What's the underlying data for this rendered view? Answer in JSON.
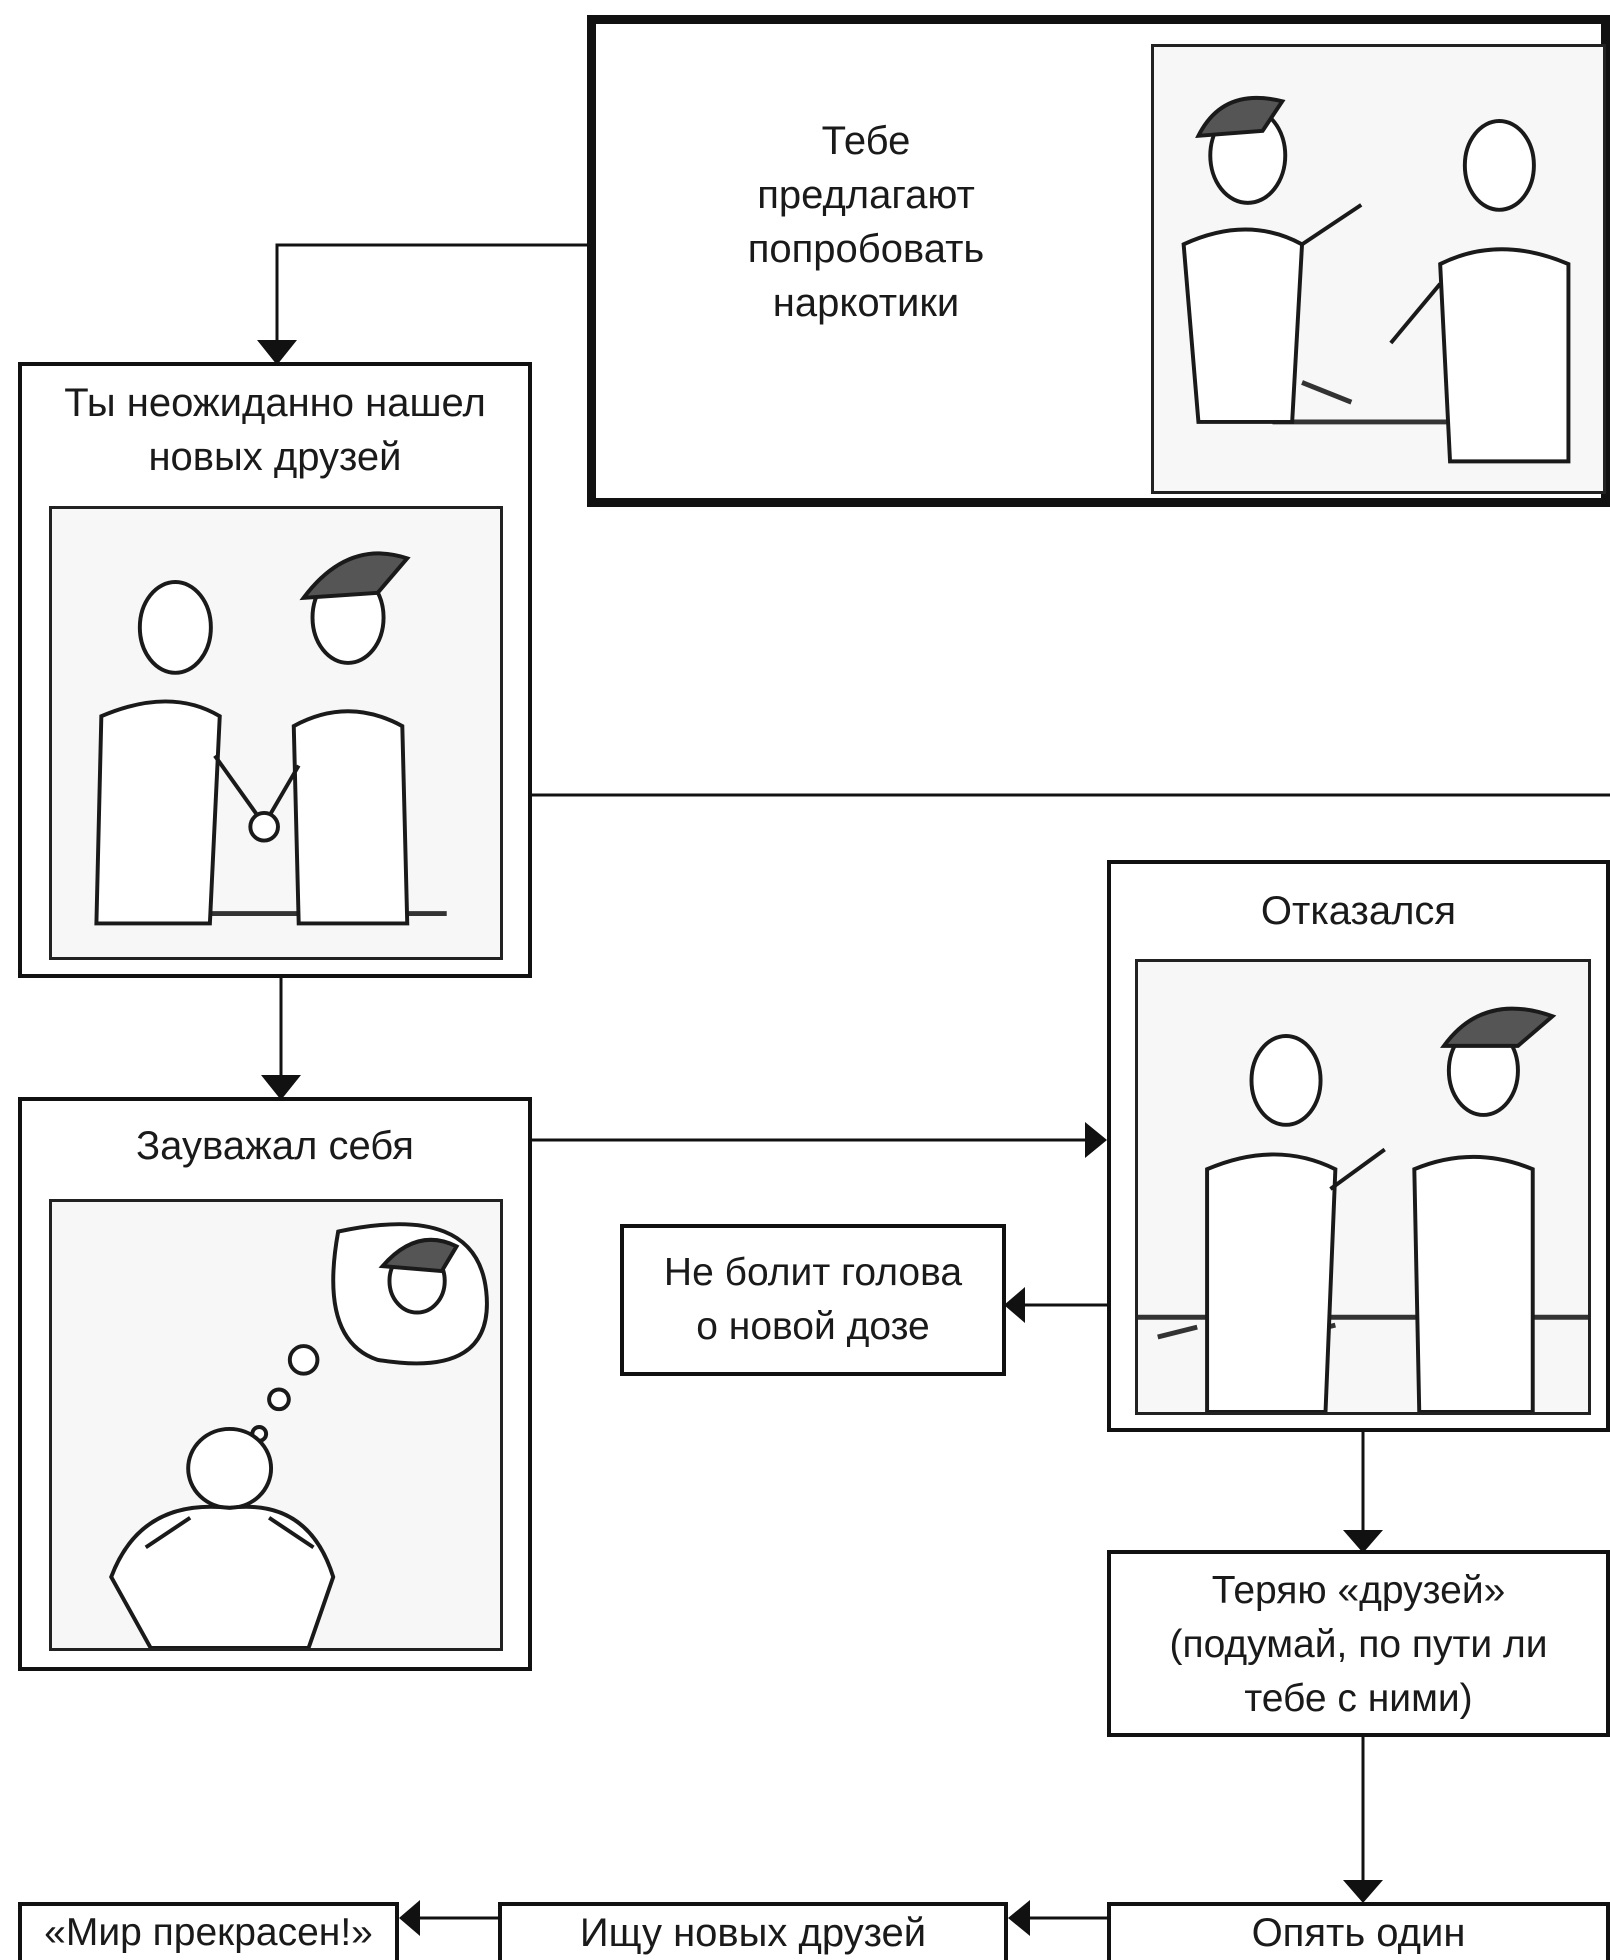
{
  "nodes": {
    "offer": {
      "label": "Тебе\nпредлагают\nпопробовать\nнаркотики"
    },
    "new_friends": {
      "label": "Ты неожиданно нашел\nновых  друзей"
    },
    "refused": {
      "label": "Отказался"
    },
    "self_respect": {
      "label": "Зауважал себя"
    },
    "no_headache": {
      "label": "Не болит голова\nо новой дозе"
    },
    "lose_friends": {
      "label": "Теряю «друзей»\n(подумай, по пути ли\nтебе с ними)"
    },
    "alone_again": {
      "label": "Опять  один"
    },
    "seek_friends": {
      "label": "Ищу  новых друзей"
    },
    "world_beautiful": {
      "label": "«Мир прекрасен!»"
    }
  },
  "illustrations": {
    "offer": "cartoon-two-men-offer",
    "new_friends": "cartoon-handshake",
    "refused": "cartoon-refusal-gesture",
    "self_respect": "cartoon-self-hug-thought"
  },
  "colors": {
    "line": "#111111",
    "background": "#ffffff"
  }
}
